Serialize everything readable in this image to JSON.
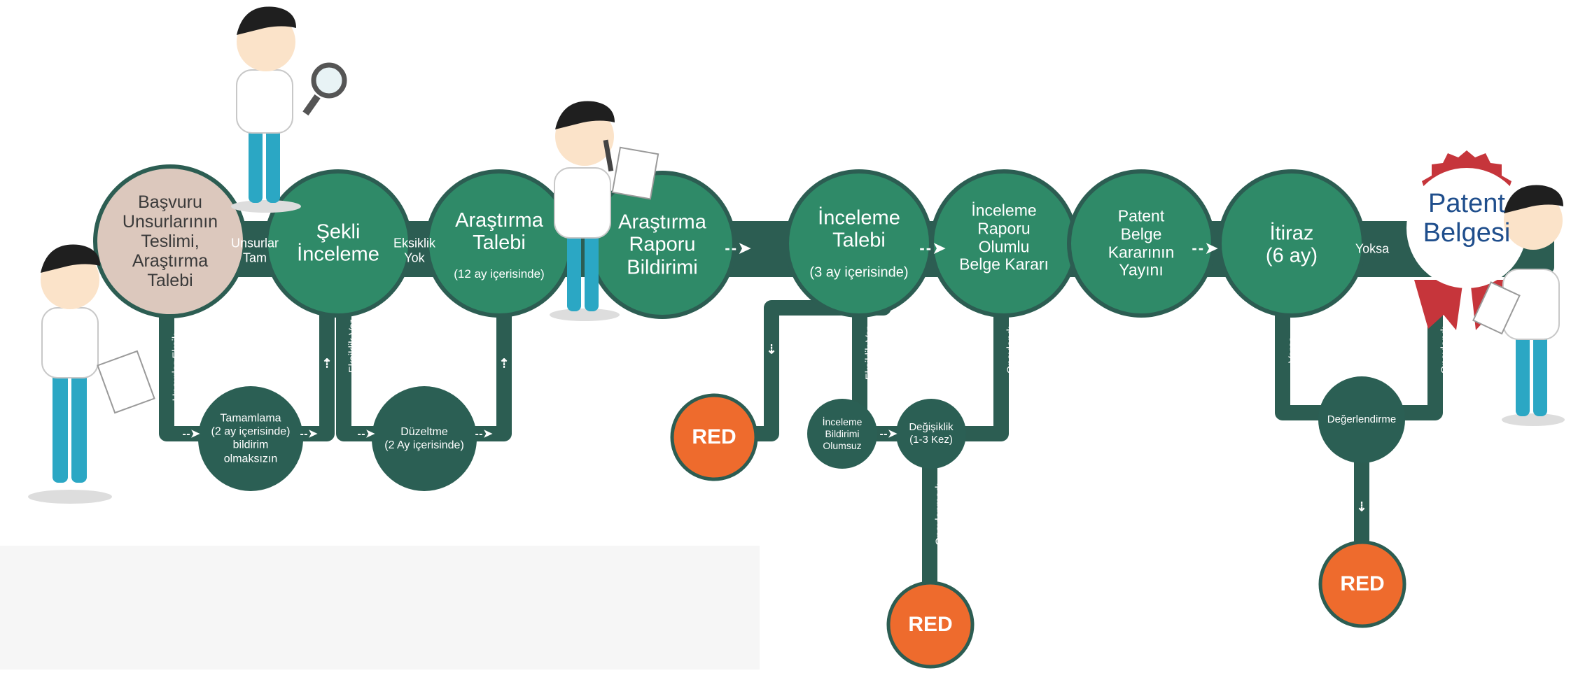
{
  "colors": {
    "track": "#2c5d52",
    "node_green": "#2f8a68",
    "node_dark": "#2b5f54",
    "node_beige": "#dcc8bd",
    "red_node": "#ee6b2d",
    "cert_ribbon": "#c6353b",
    "cert_text": "#1f4e8c",
    "skin": "#fbe3c9",
    "hair": "#1f1f1f",
    "shirt": "#ffffff",
    "pants": "#2ba7c4"
  },
  "nodes": {
    "basvuru": "Başvuru\nUnsurlarının\nTeslimi,\nAraştırma\nTalebi",
    "sekli": "Şekli\nİnceleme",
    "arastirma_talebi_title": "Araştırma\nTalebi",
    "arastirma_talebi_sub": "(12 ay içerisinde)",
    "arastirma_raporu": "Araştırma\nRaporu\nBildirimi",
    "inceleme_talebi_title": "İnceleme\nTalebi",
    "inceleme_talebi_sub": "(3 ay içerisinde)",
    "inceleme_raporu": "İnceleme\nRaporu\nOlumlu\nBelge Kararı",
    "patent_belge": "Patent\nBelge\nKararının\nYayını",
    "itiraz": "İtiraz\n(6 ay)",
    "tamamlama": "Tamamlama\n(2 ay içerisinde)\nbildirim\nolmaksızın",
    "duzeltme": "Düzeltme\n(2 Ay içerisinde)",
    "inceleme_bildirimi": "İnceleme\nBildirimi\nOlumsuz",
    "degisiklik": "Değişiklik\n(1-3 Kez)",
    "degerlendirme": "Değerlendirme",
    "red": "RED",
    "patent_belgesi": "Patent\nBelgesi"
  },
  "edges": {
    "unsurlar_tam": "Unsurlar\nTam",
    "eksiklik_yok": "Eksiklik\nYok",
    "yoksa": "Yoksa",
    "unsurlar_eksik": "Unsurlar Eksik",
    "eksiklik_var": "Eksiklik Var",
    "onaylandi": "Onaylandı",
    "onaylanmadi": "Onaylanmadı",
    "varsa": "Varsa"
  },
  "arrows": {
    "right": "- - ➤",
    "down": "⇣",
    "up": "⇡"
  },
  "icons": [
    "magnifier-icon",
    "pencil-icon",
    "document-icon",
    "certificate-icon"
  ]
}
